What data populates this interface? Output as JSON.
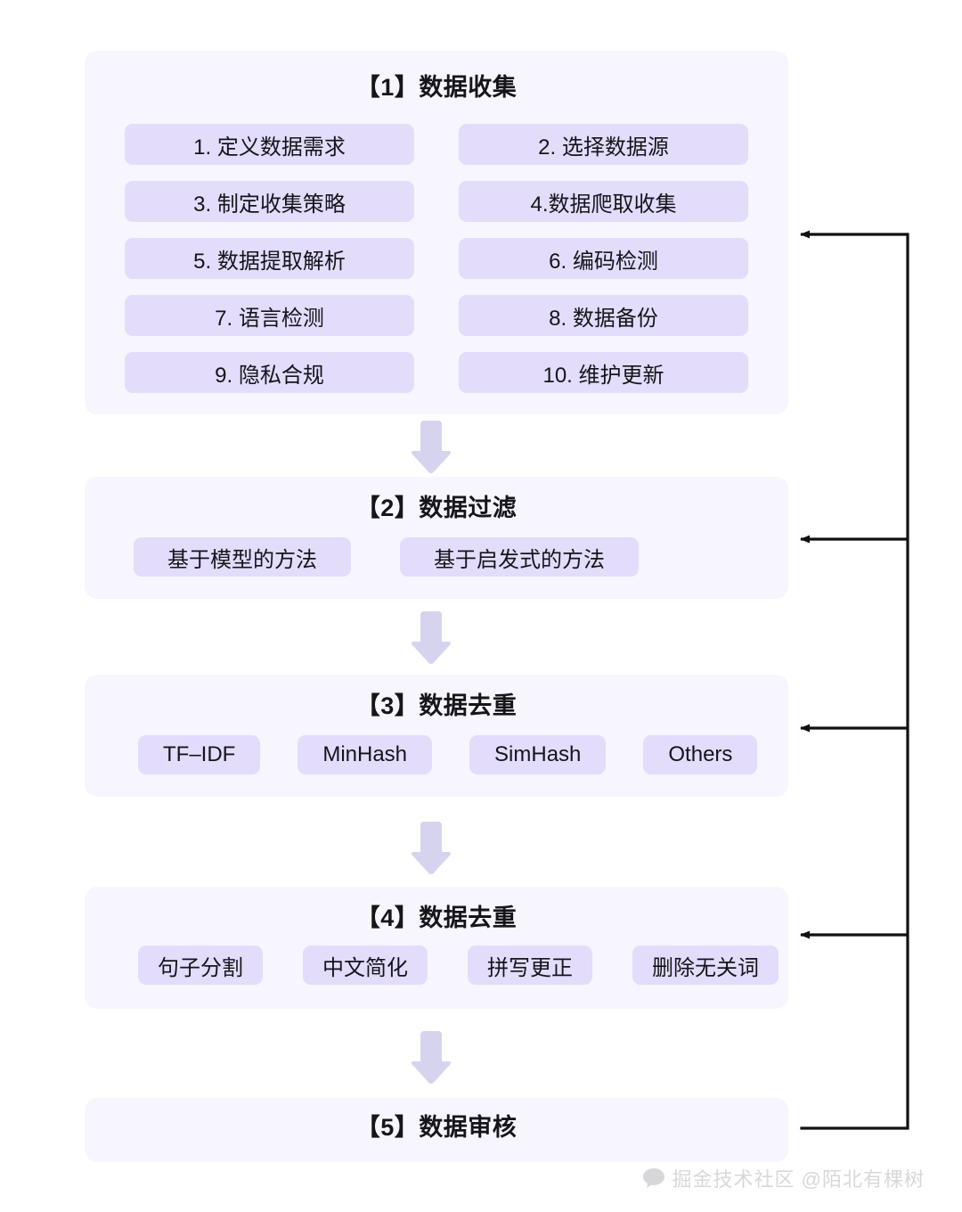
{
  "diagram": {
    "colors": {
      "panel_bg": "#f7f5fd",
      "pill_bg": "#e3dcfb",
      "arrow_lavender": "#d6d3ef",
      "text": "#15161a",
      "connector": "#111111",
      "page_bg": "#ffffff"
    },
    "stages": [
      {
        "id": "stage-1",
        "title": "【1】数据收集",
        "items": [
          "1. 定义数据需求",
          "2. 选择数据源",
          "3. 制定收集策略",
          "4.数据爬取收集",
          "5. 数据提取解析",
          "6. 编码检测",
          "7. 语言检测",
          "8. 数据备份",
          "9. 隐私合规",
          "10. 维护更新"
        ]
      },
      {
        "id": "stage-2",
        "title": "【2】数据过滤",
        "items": [
          "基于模型的方法",
          "基于启发式的方法"
        ]
      },
      {
        "id": "stage-3",
        "title": "【3】数据去重",
        "items": [
          "TF–IDF",
          "MinHash",
          "SimHash",
          "Others"
        ]
      },
      {
        "id": "stage-4",
        "title": "【4】数据去重",
        "items": [
          "句子分割",
          "中文简化",
          "拼写更正",
          "删除无关词"
        ]
      },
      {
        "id": "stage-5",
        "title": "【5】数据审核",
        "items": []
      }
    ],
    "flow_arrows": [
      {
        "name": "arrow-stage1-to-stage2"
      },
      {
        "name": "arrow-stage2-to-stage3"
      },
      {
        "name": "arrow-stage3-to-stage4"
      },
      {
        "name": "arrow-stage4-to-stage5"
      }
    ],
    "feedback_arrows": [
      {
        "name": "feedback-to-stage-1",
        "target": "【1】数据收集"
      },
      {
        "name": "feedback-to-stage-2",
        "target": "【2】数据过滤"
      },
      {
        "name": "feedback-to-stage-3",
        "target": "【3】数据去重"
      },
      {
        "name": "feedback-to-stage-4",
        "target": "【4】数据去重"
      }
    ]
  },
  "watermark": {
    "text": "掘金技术社区 @陌北有棵树",
    "icon": "speech-bubble-icon"
  }
}
